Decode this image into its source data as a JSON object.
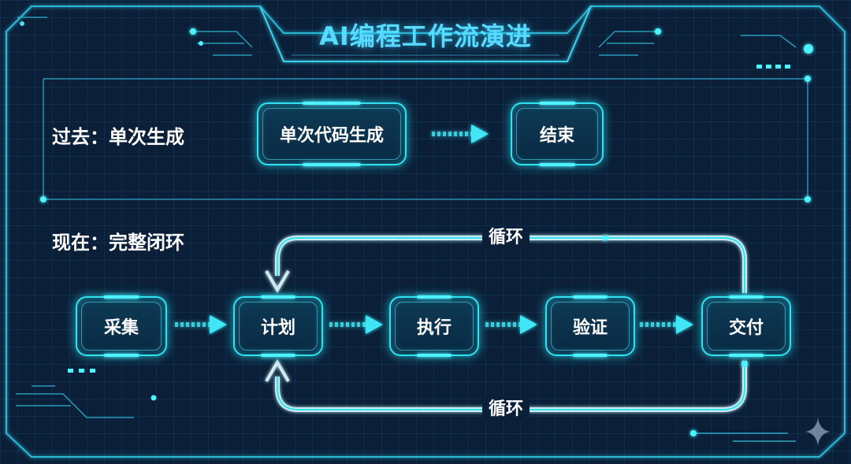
{
  "title": "AI编程工作流演进",
  "past": {
    "label": "过去：单次生成",
    "nodes": [
      "单次代码生成",
      "结束"
    ]
  },
  "present": {
    "label": "现在：完整闭环",
    "nodes": [
      "采集",
      "计划",
      "执行",
      "验证",
      "交付"
    ],
    "loop_top_label": "循环",
    "loop_bottom_label": "循环"
  },
  "colors": {
    "accent": "#2fe3f0",
    "background": "#0b2038",
    "title": "#56dcff"
  }
}
